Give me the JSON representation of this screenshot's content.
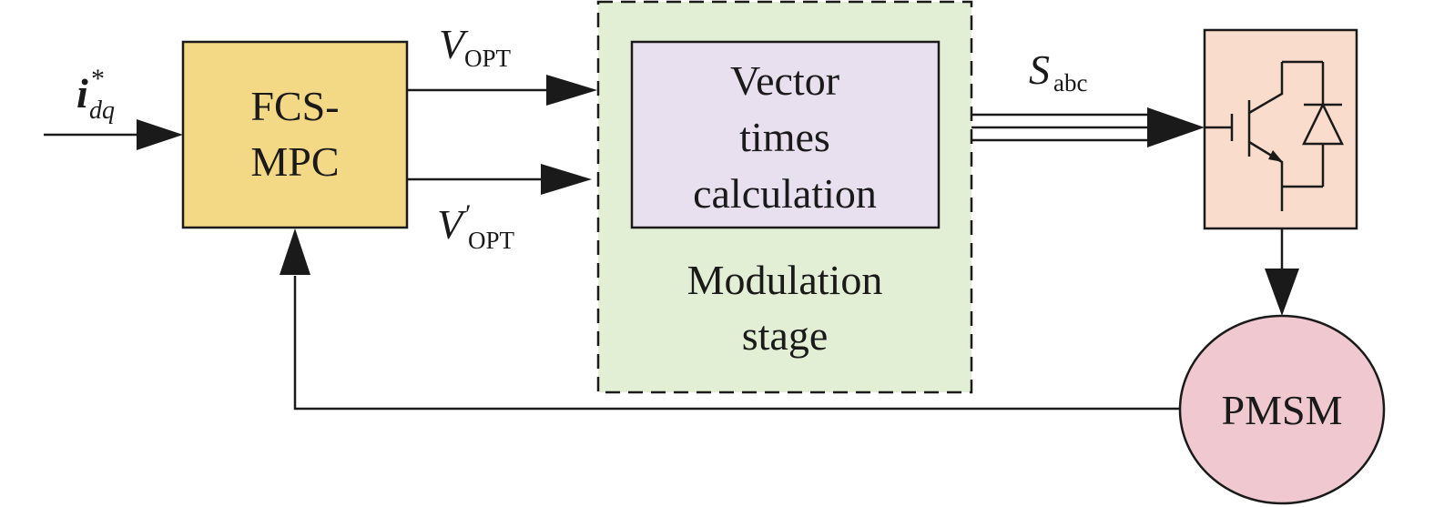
{
  "colors": {
    "fcs_mpc_fill": "#f3d886",
    "modulation_fill": "#e3efd4",
    "vector_fill": "#e8e0ef",
    "inverter_fill": "#f9dccb",
    "pmsm_fill": "#efc9cf",
    "stroke": "#1a1a1a"
  },
  "labels": {
    "input_symbol": "i",
    "input_superscript": "*",
    "input_subscript": "dq",
    "vopt_symbol": "V",
    "vopt_subscript": "OPT",
    "vopt2_symbol": "V",
    "vopt2_prime": "′",
    "vopt2_subscript": "OPT",
    "sabc_symbol": "S",
    "sabc_subscript": "abc"
  },
  "blocks": {
    "fcs_mpc": {
      "line1": "FCS-",
      "line2": "MPC"
    },
    "vector_calc": {
      "line1": "Vector",
      "line2": "times",
      "line3": "calculation"
    },
    "modulation": {
      "line1": "Modulation",
      "line2": "stage"
    },
    "inverter": {
      "icon": "igbt-diode-switch-icon"
    },
    "pmsm": {
      "label": "PMSM"
    }
  }
}
